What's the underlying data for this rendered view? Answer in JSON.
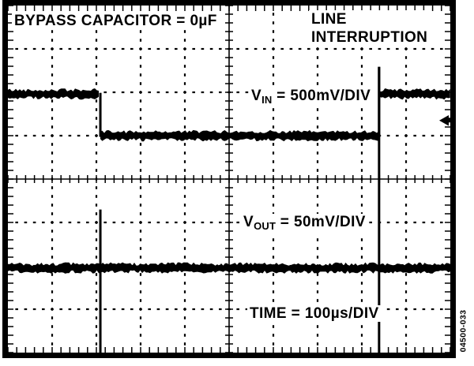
{
  "labels": {
    "bypass": "BYPASS CAPACITOR = 0µF",
    "event_line1": "LINE",
    "event_line2": "INTERRUPTION",
    "vin": {
      "prefix": "V",
      "sub": "IN",
      "rest": " = 500mV/DIV"
    },
    "vout": {
      "prefix": "V",
      "sub": "OUT",
      "rest": " = 50mV/DIV"
    },
    "time": "TIME = 100µs/DIV",
    "figure_number": "04500-033"
  },
  "colors": {
    "ink": "#000000",
    "background": "#ffffff"
  },
  "chart_data": {
    "type": "line",
    "title": "LINE INTERRUPTION",
    "condition": "BYPASS CAPACITOR = 0µF",
    "x_scale": "TIME = 100µs/DIV",
    "y_scales": [
      "VIN = 500mV/DIV",
      "VOUT = 50mV/DIV"
    ],
    "graticule": {
      "h_divisions": 10,
      "v_divisions": 8,
      "minor_ticks_per_div": 5
    },
    "interruption": {
      "start_div": 2.09,
      "end_div": 8.39,
      "duration_us": 630
    },
    "series": [
      {
        "name": "VIN",
        "note": "input drops exactly 1 division (500mV) during interruption, ~0.6 div overshoot spike on recovery",
        "flats_div": [
          {
            "x1": 0,
            "x2": 2.09,
            "y": 2.04
          },
          {
            "x1": 2.09,
            "x2": 8.39,
            "y": 3.0
          },
          {
            "x1": 8.39,
            "x2": 10,
            "y": 2.04
          }
        ],
        "edges_div": [
          {
            "x": 2.09,
            "y1": 2.04,
            "y2": 3.0
          },
          {
            "x": 8.39,
            "y1": 1.44,
            "y2": 3.0
          }
        ]
      },
      {
        "name": "VOUT",
        "note": "output flat at 6 div with narrow transient spikes at both interruption edges reaching bottom of graticule",
        "flats_div": [
          {
            "x1": 0,
            "x2": 10,
            "y": 6.05
          }
        ],
        "edges_div": [
          {
            "x": 2.09,
            "y1": 4.73,
            "y2": 8.0
          },
          {
            "x": 8.39,
            "y1": 1.44,
            "y2": 8.0
          }
        ]
      }
    ],
    "marker": {
      "shape": "left-arrow",
      "x_div": 10,
      "y_div": 2.65
    }
  }
}
